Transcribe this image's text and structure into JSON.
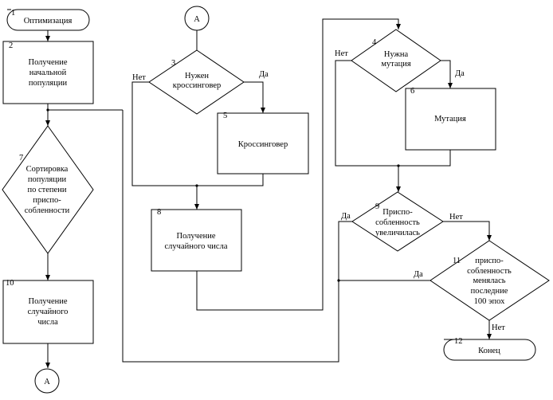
{
  "blocks": {
    "b1": {
      "num": "1",
      "lines": [
        "Оптимизация"
      ]
    },
    "b2": {
      "num": "2",
      "lines": [
        "Получение",
        "начальной",
        "популяции"
      ]
    },
    "b7": {
      "num": "7",
      "lines": [
        "Сортировка",
        "популяции",
        "по степени",
        "приспо-",
        "собленности"
      ]
    },
    "b10": {
      "num": "10",
      "lines": [
        "Получение",
        "случайного",
        "числа"
      ]
    },
    "bA1": {
      "lines": [
        "А"
      ]
    },
    "bA2": {
      "lines": [
        "А"
      ]
    },
    "b3": {
      "num": "3",
      "lines": [
        "Нужен",
        "кроссинговер"
      ],
      "no": "Нет",
      "yes": "Да"
    },
    "b5": {
      "num": "5",
      "lines": [
        "Кроссинговер"
      ]
    },
    "b8": {
      "num": "8",
      "lines": [
        "Получение",
        "случайного числа"
      ]
    },
    "b4": {
      "num": "4",
      "lines": [
        "Нужна",
        "мутация"
      ],
      "no": "Нет",
      "yes": "Да"
    },
    "b6": {
      "num": "6",
      "lines": [
        "Мутация"
      ]
    },
    "b9": {
      "num": "9",
      "lines": [
        "Приспо-",
        "собленность",
        "увеличилась"
      ],
      "no": "Нет",
      "yes": "Да"
    },
    "b11": {
      "num": "11",
      "lines": [
        "приспо-",
        "собленность",
        "менялась",
        "последние",
        "100 эпох"
      ],
      "no": "Нет",
      "yes": "Да"
    },
    "b12": {
      "num": "12",
      "lines": [
        "Конец"
      ]
    }
  }
}
